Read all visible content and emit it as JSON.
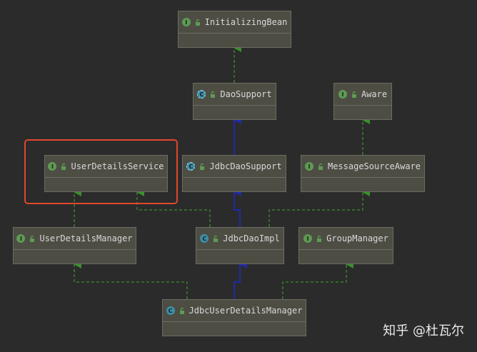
{
  "nodes": {
    "initializing_bean": {
      "name": "InitializingBean",
      "kind": "interface"
    },
    "dao_support": {
      "name": "DaoSupport",
      "kind": "abstract-class"
    },
    "aware": {
      "name": "Aware",
      "kind": "interface"
    },
    "user_details_service": {
      "name": "UserDetailsService",
      "kind": "interface"
    },
    "jdbc_dao_support": {
      "name": "JdbcDaoSupport",
      "kind": "abstract-class"
    },
    "message_source_aware": {
      "name": "MessageSourceAware",
      "kind": "interface"
    },
    "user_details_manager": {
      "name": "UserDetailsManager",
      "kind": "interface"
    },
    "jdbc_dao_impl": {
      "name": "JdbcDaoImpl",
      "kind": "class"
    },
    "group_manager": {
      "name": "GroupManager",
      "kind": "interface"
    },
    "jdbc_user_details_manager": {
      "name": "JdbcUserDetailsManager",
      "kind": "class"
    }
  },
  "badges": {
    "interface": "I",
    "class": "C",
    "abstract-class": "C"
  },
  "icons": {
    "interface": "interface-icon",
    "class": "class-icon",
    "abstract-class": "abstract-class-icon",
    "access": "lock-icon"
  },
  "relations": [
    {
      "from": "dao_support",
      "to": "initializing_bean",
      "type": "implements"
    },
    {
      "from": "jdbc_dao_support",
      "to": "dao_support",
      "type": "extends"
    },
    {
      "from": "message_source_aware",
      "to": "aware",
      "type": "extends-interface"
    },
    {
      "from": "user_details_manager",
      "to": "user_details_service",
      "type": "extends-interface"
    },
    {
      "from": "jdbc_dao_impl",
      "to": "user_details_service",
      "type": "implements"
    },
    {
      "from": "jdbc_dao_impl",
      "to": "jdbc_dao_support",
      "type": "extends"
    },
    {
      "from": "jdbc_dao_impl",
      "to": "message_source_aware",
      "type": "implements"
    },
    {
      "from": "jdbc_user_details_manager",
      "to": "user_details_manager",
      "type": "implements"
    },
    {
      "from": "jdbc_user_details_manager",
      "to": "jdbc_dao_impl",
      "type": "extends"
    },
    {
      "from": "jdbc_user_details_manager",
      "to": "group_manager",
      "type": "implements"
    }
  ],
  "highlight": {
    "target": "user_details_service",
    "color": "#e0472c"
  },
  "colors": {
    "implements": "#3b8f2e",
    "extends": "#1f2aa8",
    "background": "#2b2b2b",
    "node": "#4d4d44"
  },
  "watermark": "知乎 @杜瓦尔"
}
